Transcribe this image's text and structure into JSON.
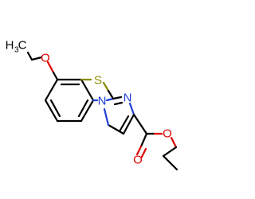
{
  "colors": {
    "bond": "#000000",
    "oxygen": "#dd0000",
    "nitrogen": "#1f3fd6",
    "sulfur": "#8a8a00",
    "background": "#ffffff"
  },
  "atoms": {
    "ethyl_left_c": "H",
    "ethyl_left_sub": "3",
    "ethyl_left_c2": "C",
    "ether_o": "O",
    "sulfur": "S",
    "n_bridge": "N",
    "n_ring": "N",
    "carbonyl_o": "O",
    "ester_o": "O"
  }
}
